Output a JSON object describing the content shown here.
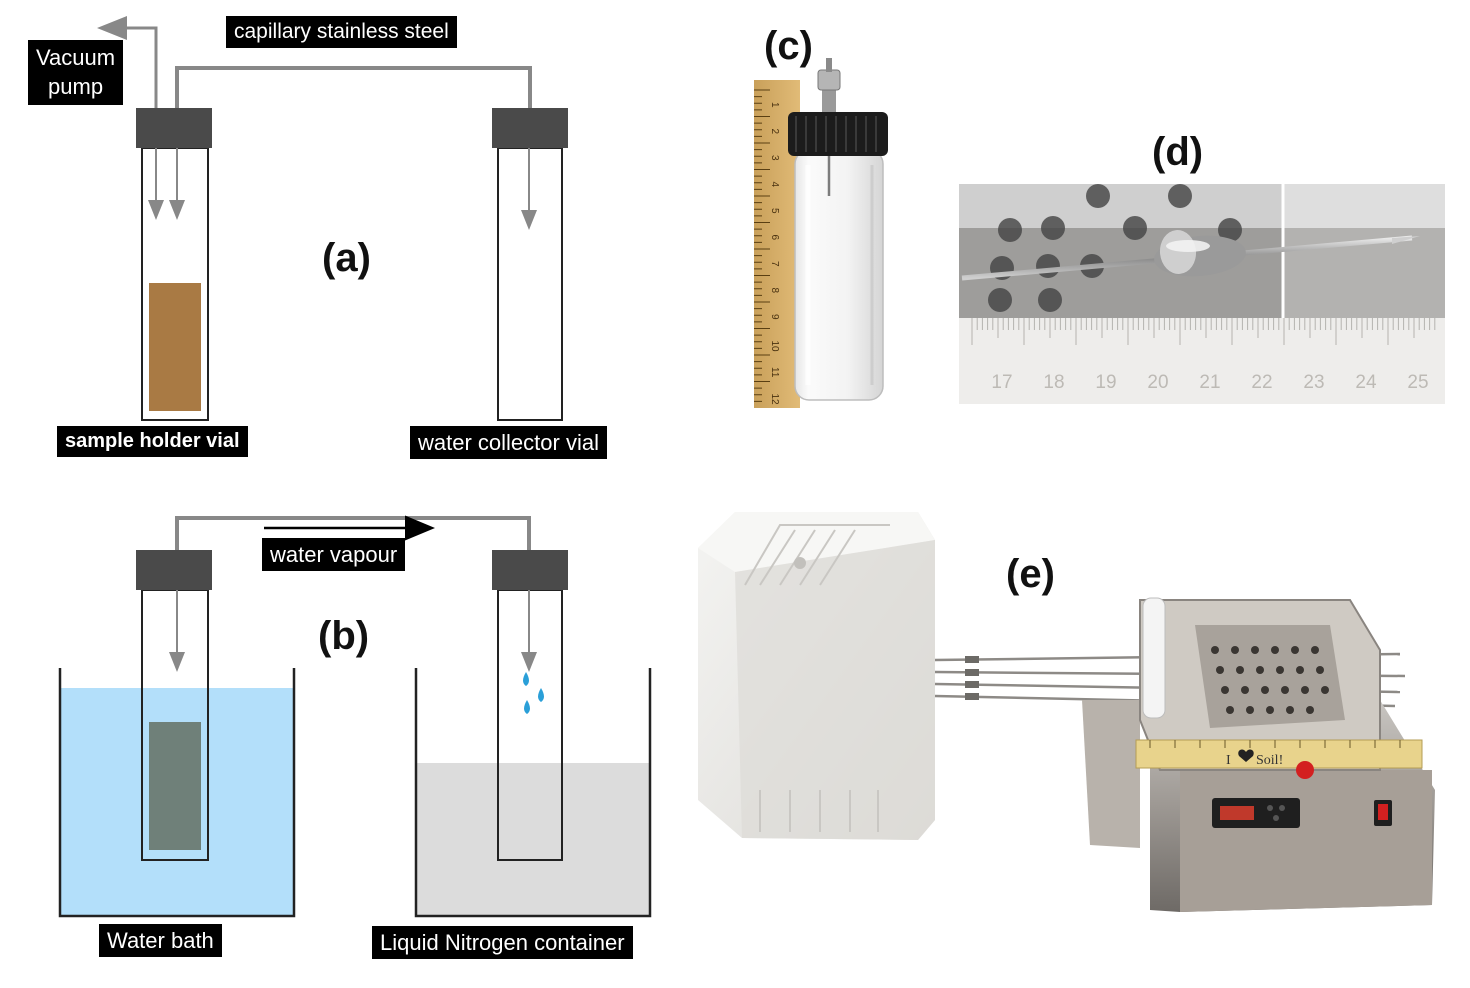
{
  "panel_a": {
    "letter": "(a)",
    "vacuum_label_line1": "Vacuum",
    "vacuum_label_line2": "pump",
    "capillary_label": "capillary stainless steel",
    "sample_vial_label": "sample holder vial",
    "collector_vial_label": "water collector vial"
  },
  "panel_b": {
    "letter": "(b)",
    "vapour_label": "water vapour",
    "water_bath_label": "Water bath",
    "nitrogen_label": "Liquid Nitrogen container"
  },
  "panel_c": {
    "letter": "(c)",
    "ruler_ticks": [
      "1",
      "2",
      "3",
      "4",
      "5",
      "6",
      "7",
      "8",
      "9",
      "10",
      "11",
      "12"
    ]
  },
  "panel_d": {
    "letter": "(d)",
    "ruler_ticks": [
      "17",
      "18",
      "19",
      "20",
      "21",
      "22",
      "23",
      "24",
      "25"
    ]
  },
  "panel_e": {
    "letter": "(e)",
    "ruler_text_1": "I",
    "ruler_text_2": "Soil!"
  },
  "colors": {
    "cap": "#4a4a4a",
    "tube_line": "#888888",
    "sample_brown": "#a97a44",
    "sample_frozen": "#6f8079",
    "water_bath": "#b3dffa",
    "nitrogen": "#dcdcdc",
    "droplet": "#2a9fd8"
  }
}
